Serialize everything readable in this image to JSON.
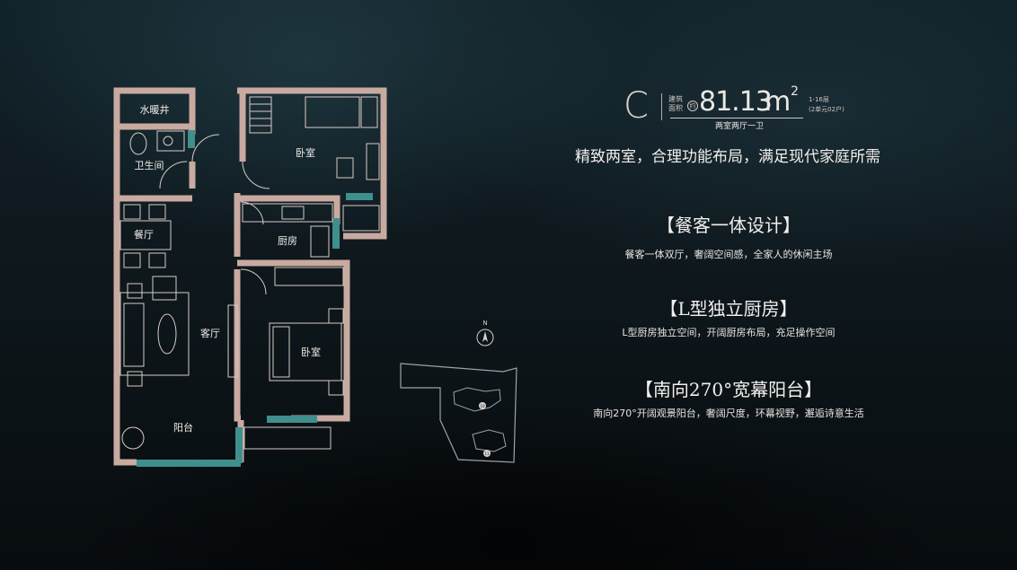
{
  "rooms": {
    "water_heating": "水暖井",
    "bathroom": "卫生间",
    "bedroom_north": "卧室",
    "kitchen": "厨房",
    "dining": "餐厅",
    "living": "客厅",
    "bedroom_south": "卧室",
    "balcony": "阳台"
  },
  "site_plan": {
    "north_label": "N",
    "building_a": "10",
    "building_b": "11"
  },
  "header": {
    "unit_letter": "C",
    "area_label": "建筑面积",
    "approx": "约",
    "area_value": "81.13",
    "area_unit": "m",
    "area_sup": "2",
    "floors": "1-16层",
    "units": "(2单元02户)",
    "layout": "两室两厅一卫"
  },
  "tagline": "精致两室，合理功能布局，满足现代家庭所需",
  "features": [
    {
      "title": "【餐客一体设计】",
      "desc": "餐客一体双厅，奢阔空间感，全家人的休闲主场"
    },
    {
      "title": "【L型独立厨房】",
      "desc": "L型厨房独立空间，开阔厨房布局，充足操作空间"
    },
    {
      "title": "【南向270°宽幕阳台】",
      "desc": "南向270°开阔观景阳台，奢阔尺度，环幕视野，邂逅诗意生活"
    }
  ],
  "colors": {
    "wall": "#c8aaa0",
    "glass": "#3f8f8c",
    "background": "#0d1418"
  }
}
